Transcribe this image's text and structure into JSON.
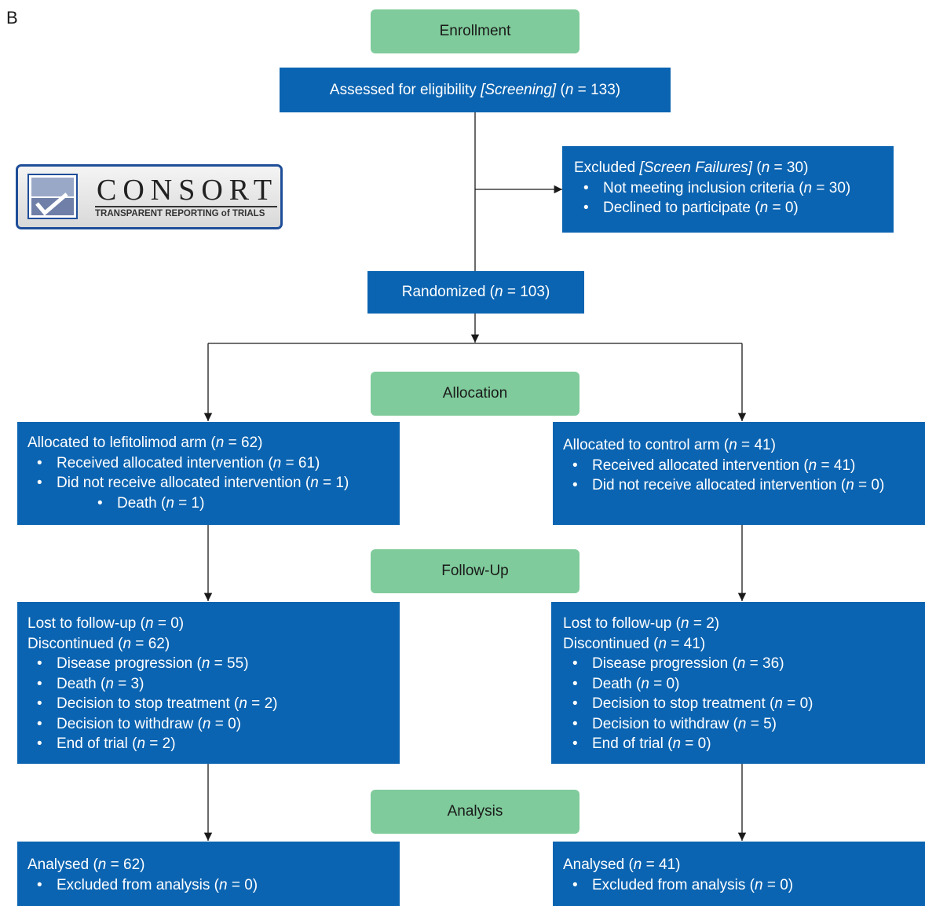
{
  "panel_letter": "B",
  "logo": {
    "name": "CONSORT",
    "tagline": "TRANSPARENT REPORTING of TRIALS"
  },
  "stages": {
    "enrollment": "Enrollment",
    "allocation": "Allocation",
    "follow_up": "Follow-Up",
    "analysis": "Analysis"
  },
  "assessed": {
    "pre": "Assessed for eligibility ",
    "tag": "[Screening]",
    "n": "133"
  },
  "excluded": {
    "head_pre": "Excluded ",
    "head_tag": "[Screen Failures]",
    "head_n": "30",
    "items": [
      {
        "label": "Not meeting inclusion criteria ",
        "n": "30"
      },
      {
        "label": "Declined to participate ",
        "n": "0"
      }
    ]
  },
  "randomized": {
    "label": "Randomized ",
    "n": "103"
  },
  "left_arm": {
    "allocated": {
      "head": "Allocated to lefitolimod arm ",
      "n": "62",
      "items": [
        {
          "label": "Received allocated intervention ",
          "n": "61"
        },
        {
          "label": "Did not receive allocated intervention ",
          "n": "1"
        }
      ],
      "sub_items": [
        {
          "label": "Death ",
          "n": "1"
        }
      ]
    },
    "follow_up": {
      "lost": {
        "label": "Lost to follow-up ",
        "n": "0"
      },
      "discontinued": {
        "label": "Discontinued ",
        "n": "62"
      },
      "items": [
        {
          "label": "Disease progression ",
          "n": "55"
        },
        {
          "label": "Death ",
          "n": "3"
        },
        {
          "label": "Decision to stop treatment ",
          "n": "2"
        },
        {
          "label": "Decision to withdraw ",
          "n": "0"
        },
        {
          "label": "End of trial ",
          "n": "2"
        }
      ]
    },
    "analysis": {
      "head": "Analysed ",
      "n": "62",
      "items": [
        {
          "label": "Excluded from analysis ",
          "n": "0"
        }
      ]
    }
  },
  "right_arm": {
    "allocated": {
      "head": "Allocated to control arm ",
      "n": "41",
      "items": [
        {
          "label": "Received allocated intervention ",
          "n": "41"
        },
        {
          "label": "Did not receive allocated intervention ",
          "n": "0"
        }
      ]
    },
    "follow_up": {
      "lost": {
        "label": "Lost to follow-up ",
        "n": "2"
      },
      "discontinued": {
        "label": "Discontinued ",
        "n": "41"
      },
      "items": [
        {
          "label": "Disease progression ",
          "n": "36"
        },
        {
          "label": "Death ",
          "n": "0"
        },
        {
          "label": "Decision to stop treatment ",
          "n": "0"
        },
        {
          "label": "Decision to withdraw ",
          "n": "5"
        },
        {
          "label": "End of trial ",
          "n": "0"
        }
      ]
    },
    "analysis": {
      "head": "Analysed ",
      "n": "41",
      "items": [
        {
          "label": "Excluded from analysis ",
          "n": "0"
        }
      ]
    }
  },
  "colors": {
    "box": "#0b64b1",
    "stage": "#7fcb9b",
    "connector": "#1a1a1a"
  }
}
